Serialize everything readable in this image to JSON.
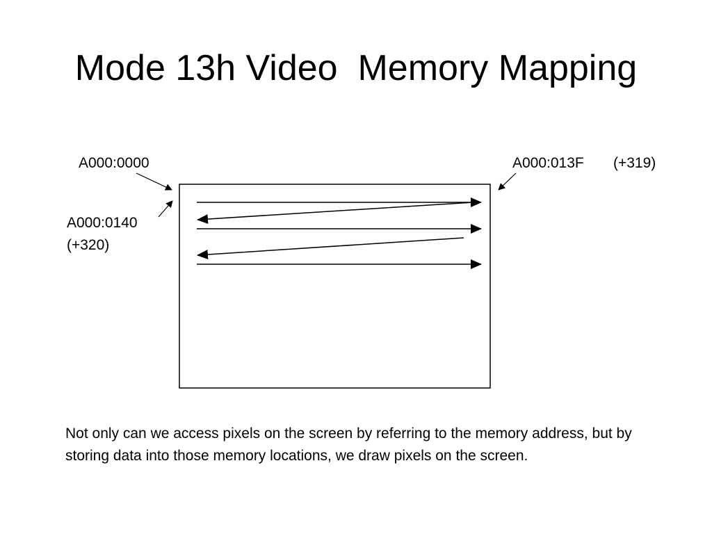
{
  "slide": {
    "title": "Mode 13h Video  Memory Mapping"
  },
  "diagram": {
    "start_address": "A000:0000",
    "end_address": "A000:013F",
    "end_offset": "(+319)",
    "next_row_address": "A000:0140",
    "next_row_offset": "(+320)"
  },
  "body": {
    "text": "Not only can we access pixels on the screen by referring to the memory address, but by storing data into those memory locations, we draw pixels on the screen."
  }
}
